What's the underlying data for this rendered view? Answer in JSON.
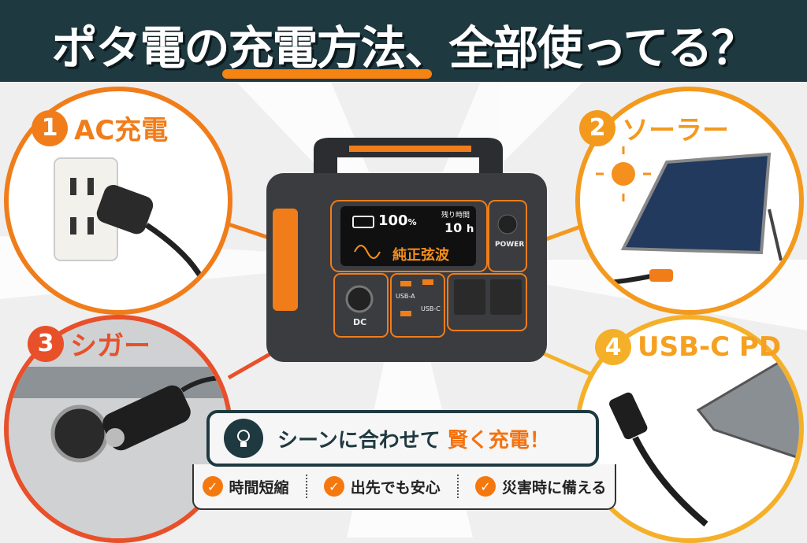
{
  "title": "ポタ電の充電方法、全部使ってる？",
  "colors": {
    "header": "#1f3940",
    "accent": "#f5780f",
    "method1": "#f07d1a",
    "method2": "#f39a1e",
    "method3": "#e8502a",
    "method4": "#f5b02a"
  },
  "methods": [
    {
      "number": "1",
      "label": "AC充電",
      "icon": "wall-outlet-plug"
    },
    {
      "number": "2",
      "label": "ソーラー",
      "icon": "solar-panel-sun"
    },
    {
      "number": "3",
      "label": "シガー",
      "icon": "car-cigarette-charger"
    },
    {
      "number": "4",
      "label": "USB-C PD",
      "icon": "usb-c-cable-laptop"
    }
  ],
  "device": {
    "battery_percent": "100",
    "percent_unit": "%",
    "remaining_label": "残り時間",
    "remaining_value": "10",
    "remaining_unit": "h",
    "wave_label": "純正弦波",
    "power_label": "POWER",
    "dc_label": "DC",
    "usba_label": "USB-A",
    "usbc_label": "USB-C"
  },
  "message": {
    "prefix": "シーンに合わせて",
    "highlight": "賢く充電！",
    "icon": "lightbulb"
  },
  "benefits": [
    "時間短縮",
    "出先でも安心",
    "災害時に備える"
  ]
}
